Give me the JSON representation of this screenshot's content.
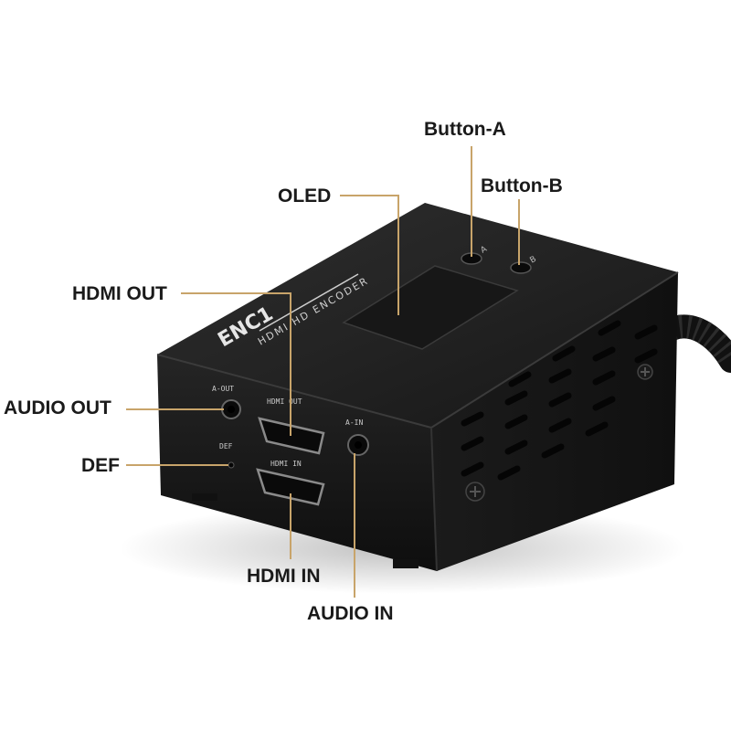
{
  "device": {
    "model": "ENC1",
    "subtitle": "HDMI HD ENCODER",
    "port_a_out": "A-OUT",
    "port_hdmi_out": "HDMI OUT",
    "port_def": "DEF",
    "port_hdmi_in": "HDMI IN",
    "port_a_in": "A-IN",
    "btn_a_mark": "A",
    "btn_b_mark": "B"
  },
  "callouts": {
    "button_a": "Button-A",
    "button_b": "Button-B",
    "oled": "OLED",
    "hdmi_out": "HDMI OUT",
    "audio_out": "AUDIO OUT",
    "def": "DEF",
    "hdmi_in": "HDMI IN",
    "audio_in": "AUDIO IN"
  },
  "colors": {
    "leader_line": "#c8a46a",
    "device_body": "#1c1c1c",
    "label_text": "#1a1a1a"
  }
}
